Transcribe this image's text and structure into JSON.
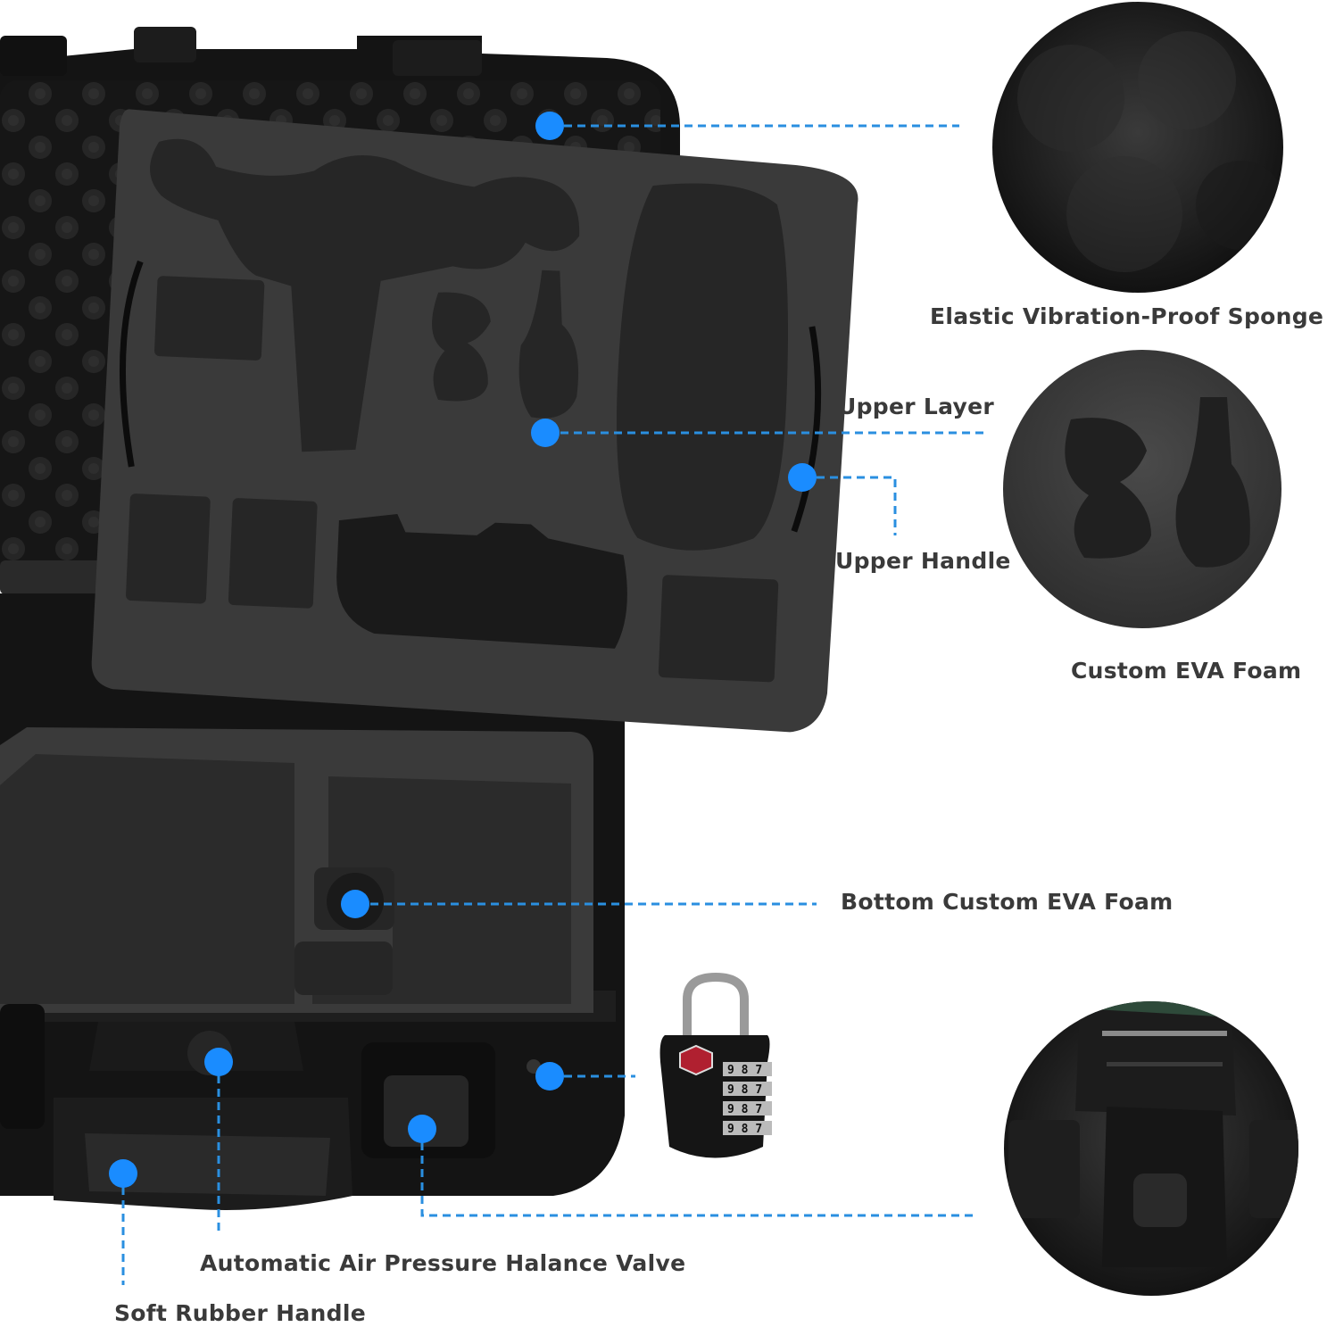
{
  "callouts": {
    "elastic_sponge": "Elastic Vibration-Proof Sponge",
    "upper_layer": "Upper Layer",
    "upper_handle": "Upper Handle",
    "custom_eva_foam": "Custom EVA Foam",
    "bottom_eva_foam": "Bottom Custom EVA Foam",
    "air_valve": "Automatic Air Pressure Halance Valve",
    "soft_handle": "Soft Rubber Handle"
  },
  "lock_dials": [
    "9",
    "8",
    "7"
  ],
  "colors": {
    "marker": "#1a8cff",
    "leader": "#2a8fe0",
    "label": "#3a3a3a",
    "case": "#141414",
    "foam": "#3a3a3a"
  }
}
